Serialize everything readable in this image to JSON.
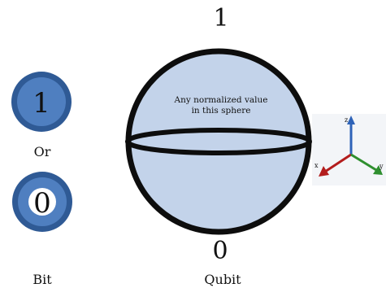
{
  "bit": {
    "one_label": "1",
    "zero_label": "0",
    "or_label": "Or",
    "caption": "Bit"
  },
  "qubit": {
    "top_label": "1",
    "bottom_label": "0",
    "note_line1": "Any normalized value",
    "note_line2": "in this sphere",
    "caption": "Qubit"
  },
  "axes": {
    "z_label": "z",
    "x_label": "x",
    "y_label": "y",
    "z_color": "#2e63b8",
    "x_color": "#b31d1d",
    "y_color": "#2f8f2f"
  },
  "colors": {
    "bit_fill": "#4f7fc0",
    "bit_ring": "#2f5a95",
    "sphere_fill": "#c3d3ea",
    "sphere_stroke": "#0d0d0d"
  }
}
